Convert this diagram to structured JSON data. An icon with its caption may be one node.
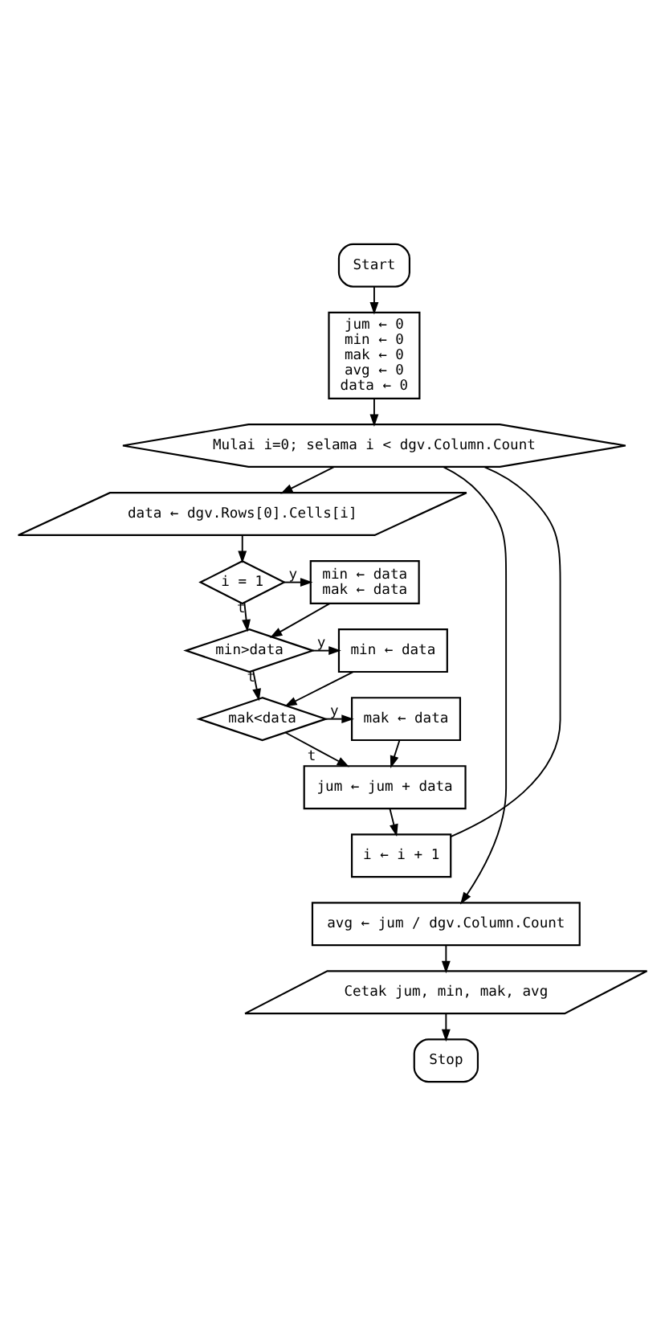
{
  "diagram": {
    "nodes": [
      {
        "text": [
          "Start"
        ]
      },
      {
        "text": [
          "jum ← 0",
          "min ← 0",
          "mak ← 0",
          "avg ← 0",
          "data ← 0"
        ]
      },
      {
        "text": [
          "Mulai i=0; selama i < dgv.Column.Count"
        ]
      },
      {
        "text": [
          "data ← dgv.Rows[0].Cells[i]"
        ]
      },
      {
        "text": [
          "i = 1"
        ]
      },
      {
        "text": [
          "min ← data",
          "mak ← data"
        ]
      },
      {
        "text": [
          "min>data"
        ]
      },
      {
        "text": [
          "min ← data"
        ]
      },
      {
        "text": [
          "mak<data"
        ]
      },
      {
        "text": [
          "mak ← data"
        ]
      },
      {
        "text": [
          "jum ← jum + data"
        ]
      },
      {
        "text": [
          "i ← i + 1"
        ]
      },
      {
        "text": [
          "avg ← jum / dgv.Column.Count"
        ]
      },
      {
        "text": [
          "Cetak jum, min, mak, avg"
        ]
      },
      {
        "text": [
          "Stop"
        ]
      }
    ],
    "edges": [
      {
        "from": 0,
        "to": 1,
        "arrow": "to"
      },
      {
        "from": 1,
        "to": 2,
        "arrow": "to"
      },
      {
        "from": 2,
        "to": 3,
        "arrow": "to"
      },
      {
        "from": 3,
        "to": 4,
        "arrow": "to"
      },
      {
        "from": 4,
        "to": 5,
        "arrow": "to",
        "label": "y"
      },
      {
        "from": 4,
        "to": 6,
        "arrow": "to",
        "label": "t"
      },
      {
        "from": 5,
        "to": 6,
        "arrow": "to"
      },
      {
        "from": 6,
        "to": 7,
        "arrow": "to",
        "label": "y"
      },
      {
        "from": 6,
        "to": 8,
        "arrow": "to",
        "label": "t"
      },
      {
        "from": 7,
        "to": 8,
        "arrow": "to"
      },
      {
        "from": 8,
        "to": 9,
        "arrow": "to",
        "label": "y"
      },
      {
        "from": 8,
        "to": 10,
        "arrow": "to",
        "label": "t"
      },
      {
        "from": 9,
        "to": 10,
        "arrow": "to"
      },
      {
        "from": 10,
        "to": 11,
        "arrow": "to"
      },
      {
        "from": 11,
        "to": 2,
        "arrow": "none"
      },
      {
        "from": 2,
        "to": 12,
        "arrow": "to"
      },
      {
        "from": 12,
        "to": 13,
        "arrow": "to"
      },
      {
        "from": 13,
        "to": 14,
        "arrow": "to"
      }
    ]
  }
}
